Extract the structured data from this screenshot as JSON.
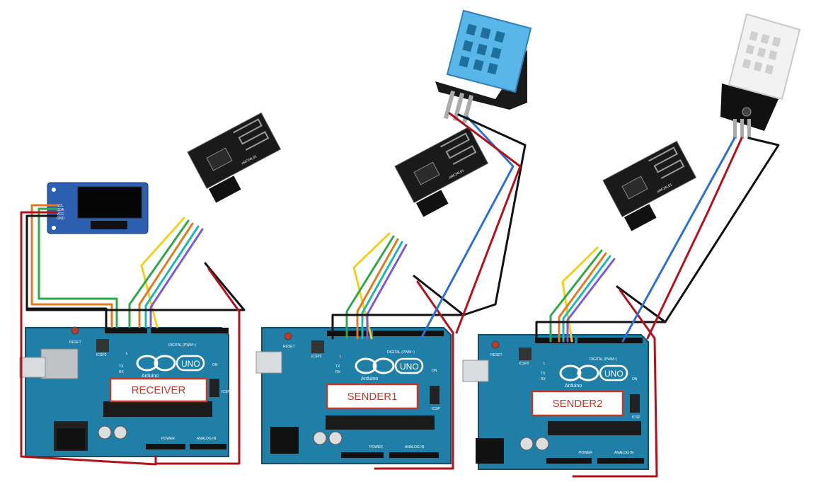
{
  "boards": [
    {
      "name": "receiver",
      "label": "RECEIVER"
    },
    {
      "name": "sender1",
      "label": "SENDER1"
    },
    {
      "name": "sender2",
      "label": "SENDER2"
    }
  ],
  "board_text": {
    "brand": "Arduino",
    "model": "UNO",
    "reset": "RESET",
    "icsp2": "ICSP2",
    "icsp": "ICSP",
    "on": "ON",
    "tx": "TX",
    "rx": "RX",
    "l": "L",
    "digital": "DIGITAL (PWM~)",
    "power": "POWER",
    "analog": "ANALOG IN"
  },
  "oled_pins": [
    "SCL",
    "SDA",
    "VCC",
    "GND"
  ],
  "radio_text": "nRF24L01",
  "colors": {
    "board": "#1f7fa6",
    "board_dark": "#125a78",
    "label_border": "#c0392b",
    "label_text": "#c0392b",
    "wire_red": "#b3121b",
    "wire_black": "#111111",
    "wire_blue": "#2f6fd0",
    "wire_green": "#2ea84a",
    "wire_orange": "#e07b1f",
    "wire_yellow": "#f2d11c",
    "wire_cyan": "#20b7b0",
    "wire_purple": "#7d5bd0",
    "dht11": "#58b6e8",
    "dht22": "#f2f2f2"
  }
}
